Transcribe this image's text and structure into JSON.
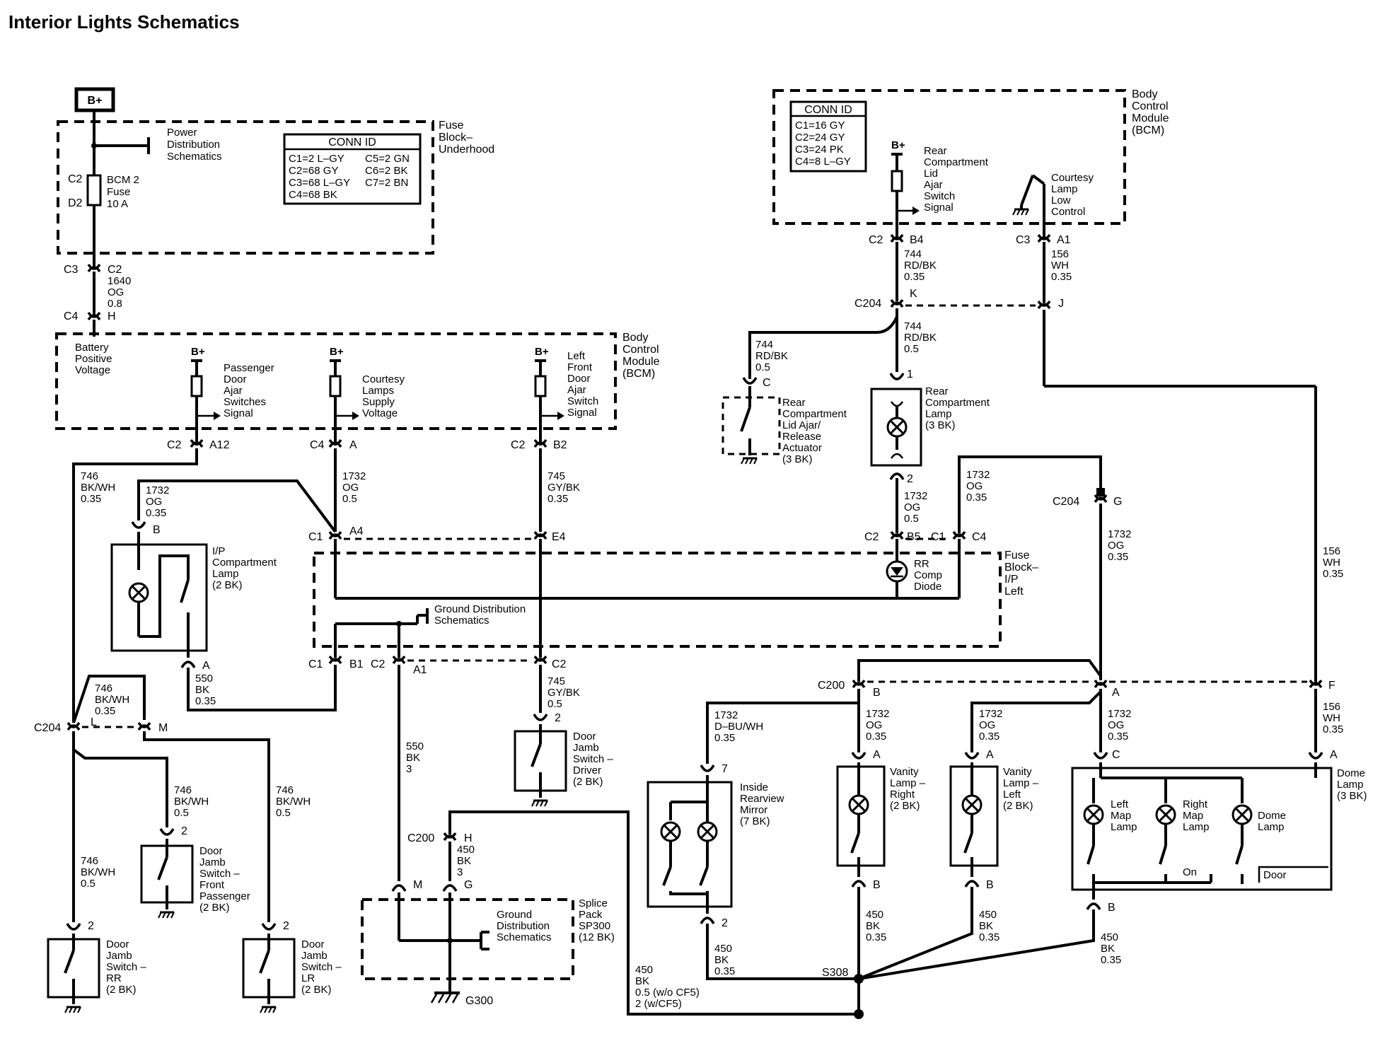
{
  "title": "Interior Lights Schematics",
  "fuse_block_underhood": {
    "label": [
      "Fuse",
      "Block–",
      "Underhood"
    ],
    "b_plus": "B+",
    "power_distribution": [
      "Power",
      "Distribution",
      "Schematics"
    ],
    "c2": "C2",
    "d2": "D2",
    "fuse": [
      "BCM 2",
      "Fuse",
      "10 A"
    ],
    "conn_id": {
      "header": "CONN ID",
      "rows": [
        [
          "C1=2 L–GY",
          "C5=2 GN"
        ],
        [
          "C2=68 GY",
          "C6=2 BK"
        ],
        [
          "C3=68 L–GY",
          "C7=2 BN"
        ],
        [
          "C4=68 BK",
          ""
        ]
      ]
    }
  },
  "wire_1640": {
    "c3": "C3",
    "c2": "C2",
    "spec": [
      "1640",
      "OG",
      "0.8"
    ],
    "c4": "C4",
    "h": "H"
  },
  "bcm_left": {
    "label": [
      "Body",
      "Control",
      "Module",
      "(BCM)"
    ],
    "battery_voltage": [
      "Battery",
      "Positive",
      "Voltage"
    ],
    "pass_door": [
      "Passenger",
      "Door",
      "Ajar",
      "Switches",
      "Signal"
    ],
    "courtesy_supply": [
      "Courtesy",
      "Lamps",
      "Supply",
      "Voltage"
    ],
    "left_front_door": [
      "Left",
      "Front",
      "Door",
      "Ajar",
      "Switch",
      "Signal"
    ],
    "b_plus": "B+",
    "conn_pass": [
      "C2",
      "A12"
    ],
    "conn_courtesy": [
      "C4",
      "A"
    ],
    "conn_left": [
      "C2",
      "B2"
    ]
  },
  "bcm_right": {
    "label": [
      "Body",
      "Control",
      "Module",
      "(BCM)"
    ],
    "conn_id": {
      "header": "CONN ID",
      "rows": [
        "C1=16 GY",
        "C2=24 GY",
        "C3=24 PK",
        "C4=8 L–GY"
      ]
    },
    "b_plus": "B+",
    "rear_comp_signal": [
      "Rear",
      "Compartment",
      "Lid",
      "Ajar",
      "Switch",
      "Signal"
    ],
    "courtesy_low": [
      "Courtesy",
      "Lamp",
      "Low",
      "Control"
    ],
    "conn_rear": [
      "C2",
      "B4"
    ],
    "conn_courtesy": [
      "C3",
      "A1"
    ]
  },
  "wires": {
    "w744_top": [
      "744",
      "RD/BK",
      "0.35"
    ],
    "w156_top": [
      "156",
      "WH",
      "0.35"
    ],
    "c204_k": [
      "C204",
      "K"
    ],
    "j": "J",
    "w744_mid": [
      "744",
      "RD/BK",
      "0.5"
    ],
    "w744_left": [
      "744",
      "RD/BK",
      "0.5"
    ],
    "w746_top": [
      "746",
      "BK/WH",
      "0.35"
    ],
    "w1732_ip": [
      "1732",
      "OG",
      "0.35"
    ],
    "w1732_bcm": [
      "1732",
      "OG",
      "0.5"
    ],
    "w745_top": [
      "745",
      "GY/BK",
      "0.35"
    ],
    "w1732_rr": [
      "1732",
      "OG",
      "0.5"
    ],
    "w1732_c4": [
      "1732",
      "OG",
      "0.35"
    ],
    "c204_g": [
      "C204",
      "G"
    ],
    "w1732_right": [
      "1732",
      "OG",
      "0.35"
    ],
    "w156_right": [
      "156",
      "WH",
      "0.35"
    ],
    "w550_ip": [
      "550",
      "BK",
      "0.35"
    ],
    "w745_bot": [
      "745",
      "GY/BK",
      "0.5"
    ],
    "w550_down": [
      "550",
      "BK",
      "3"
    ],
    "w450_c200": [
      "450",
      "BK",
      "3"
    ],
    "w746_c204": [
      "746",
      "BK/WH",
      "0.35"
    ],
    "w746_fp": [
      "746",
      "BK/WH",
      "0.5"
    ],
    "w746_lr": [
      "746",
      "BK/WH",
      "0.5"
    ],
    "w746_rr": [
      "746",
      "BK/WH",
      "0.5"
    ],
    "w1732_dbu": [
      "1732",
      "D–BU/WH",
      "0.35"
    ],
    "w1732_vr": [
      "1732",
      "OG",
      "0.35"
    ],
    "w1732_vl": [
      "1732",
      "OG",
      "0.35"
    ],
    "w1732_dome": [
      "1732",
      "OG",
      "0.35"
    ],
    "w156_dome": [
      "156",
      "WH",
      "0.35"
    ],
    "w450_mirror": [
      "450",
      "BK",
      "0.35"
    ],
    "w450_vr": [
      "450",
      "BK",
      "0.35"
    ],
    "w450_vl": [
      "450",
      "BK",
      "0.35"
    ],
    "w450_dome": [
      "450",
      "BK",
      "0.35"
    ],
    "w450_ground": [
      "450",
      "BK",
      "0.5 (w/o CF5)",
      "2 (w/CF5)"
    ]
  },
  "connectors": {
    "c1_a4": [
      "C1",
      "A4"
    ],
    "e4": "E4",
    "c2_b5": [
      "C2",
      "B5"
    ],
    "c1_c4": [
      "C1",
      "C4"
    ],
    "c1_b1": [
      "C1",
      "B1"
    ],
    "c2_a1": [
      "C2",
      "A1"
    ],
    "c2": "C2",
    "c204_l": [
      "C204",
      "L"
    ],
    "m": "M",
    "c200_b": [
      "C200",
      "B"
    ],
    "a": "A",
    "f": "F",
    "c200_h": [
      "C200",
      "H"
    ],
    "g": "G",
    "m_splice": "M",
    "s308": "S308",
    "g300": "G300"
  },
  "fuse_block_ip": {
    "label": [
      "Fuse",
      "Block–",
      "I/P",
      "Left"
    ],
    "ground_dist": [
      "Ground Distribution",
      "Schematics"
    ],
    "rr_diode": [
      "RR",
      "Comp",
      "Diode"
    ]
  },
  "components": {
    "rear_comp_lamp": [
      "Rear",
      "Compartment",
      "Lamp",
      "(3 BK)"
    ],
    "rear_comp_lamp_pins": [
      "1",
      "2"
    ],
    "rear_lid_actuator": [
      "Rear",
      "Compartment",
      "Lid Ajar/",
      "Release",
      "Actuator",
      "(3 BK)"
    ],
    "rear_lid_pin": "C",
    "ip_comp_lamp": [
      "I/P",
      "Compartment",
      "Lamp",
      "(2 BK)"
    ],
    "ip_pins": [
      "B",
      "A"
    ],
    "door_driver": [
      "Door",
      "Jamb",
      "Switch –",
      "Driver",
      "(2 BK)"
    ],
    "door_driver_pin": "2",
    "door_fp": [
      "Door",
      "Jamb",
      "Switch –",
      "Front",
      "Passenger",
      "(2 BK)"
    ],
    "door_rr": [
      "Door",
      "Jamb",
      "Switch –",
      "RR",
      "(2 BK)"
    ],
    "door_lr": [
      "Door",
      "Jamb",
      "Switch –",
      "LR",
      "(2 BK)"
    ],
    "door_pin": "2",
    "splice_pack": [
      "Splice",
      "Pack",
      "SP300",
      "(12 BK)"
    ],
    "ground_dist2": [
      "Ground",
      "Distribution",
      "Schematics"
    ],
    "mirror": [
      "Inside",
      "Rearview",
      "Mirror",
      "(7 BK)"
    ],
    "mirror_pins": [
      "7",
      "2"
    ],
    "vanity_right": [
      "Vanity",
      "Lamp –",
      "Right",
      "(2 BK)"
    ],
    "vanity_left": [
      "Vanity",
      "Lamp –",
      "Left",
      "(2 BK)"
    ],
    "vanity_pins": [
      "A",
      "B"
    ],
    "dome_lamp": [
      "Dome",
      "Lamp",
      "(3 BK)"
    ],
    "dome_pins": [
      "A",
      "C",
      "B"
    ],
    "left_map": [
      "Left",
      "Map",
      "Lamp"
    ],
    "right_map": [
      "Right",
      "Map",
      "Lamp"
    ],
    "dome": [
      "Dome",
      "Lamp"
    ],
    "on": "On",
    "door": "Door"
  }
}
